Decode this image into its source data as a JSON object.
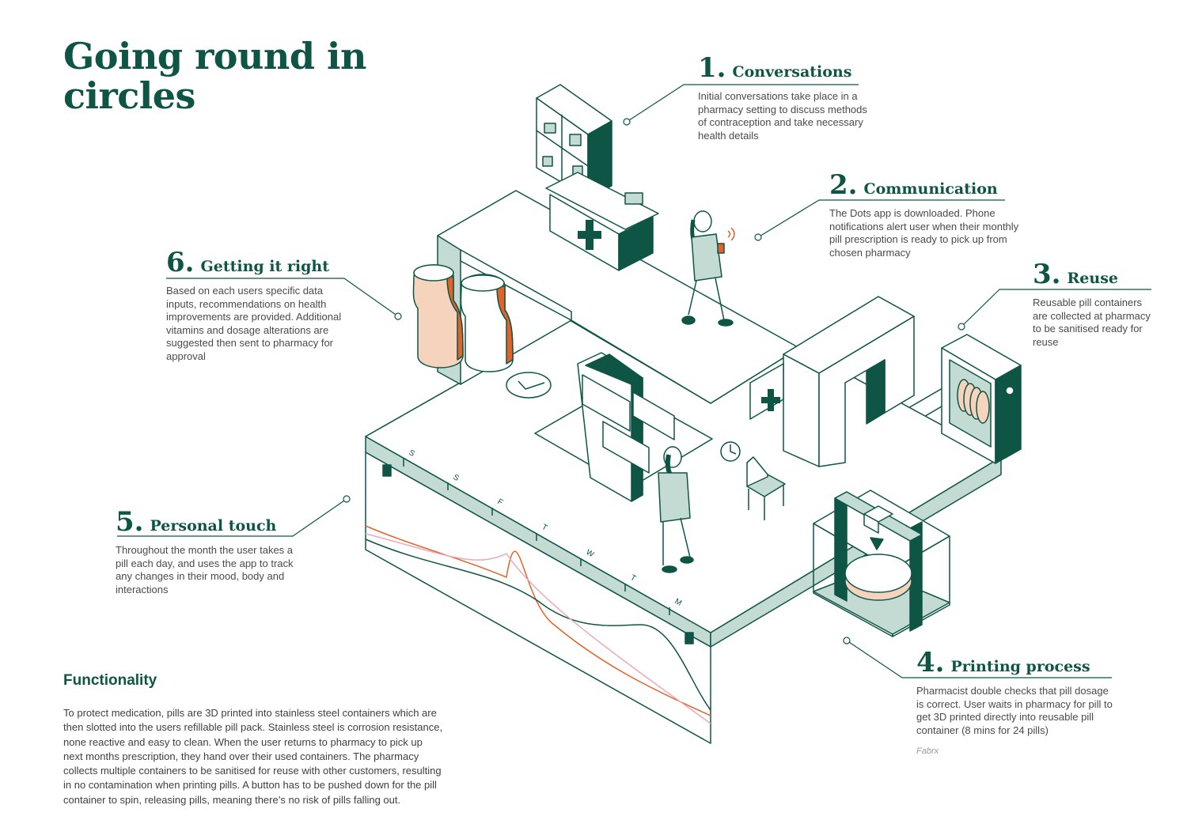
{
  "title": "Going round in circles",
  "steps": [
    {
      "num": "1.",
      "heading": "Conversations",
      "body": "Initial conversations take place in a pharmacy setting to discuss methods of contraception and take necessary health details"
    },
    {
      "num": "2.",
      "heading": "Communication",
      "body": "The Dots app is downloaded. Phone notifications alert user when their monthly pill prescription is ready to pick up from chosen pharmacy"
    },
    {
      "num": "3.",
      "heading": "Reuse",
      "body": "Reusable pill containers are collected at pharmacy to be sanitised ready for reuse"
    },
    {
      "num": "4.",
      "heading": "Printing process",
      "body": "Pharmacist double checks that pill dosage is correct. User waits in pharmacy for pill to get 3D printed directly into reusable pill container (8 mins for 24 pills)",
      "caption": "Fabrx"
    },
    {
      "num": "5.",
      "heading": "Personal touch",
      "body": "Throughout the month the user takes a pill each day, and uses the app to track any changes in their mood, body and interactions"
    },
    {
      "num": "6.",
      "heading": "Getting it right",
      "body": "Based on each users specific data inputs, recommendations on health improvements are provided. Additional vitamins and dosage alterations are suggested then sent to pharmacy for approval"
    }
  ],
  "functionality": {
    "title": "Functionality",
    "body": "To protect medication, pills are 3D printed into stainless steel containers which are then slotted into the users refillable pill pack. Stainless steel is corrosion resistance, none reactive and easy to clean. When the user returns to pharmacy to pick up next months prescription, they hand over their used containers. The  pharmacy collects multiple containers to be sanitised for reuse with other customers, resulting in no contamination when printing pills. A button has to be pushed down for the pill container to spin, releasing pills, meaning there’s no risk of pills falling out."
  },
  "week_days": [
    "S",
    "S",
    "F",
    "T",
    "W",
    "T",
    "M"
  ],
  "colors": {
    "dark_green": "#0e5546",
    "mint": "#c4dbd4",
    "orange": "#e2632a",
    "peach": "#f6d3bd",
    "pink": "#e9a9b9"
  },
  "icons": [
    "pharmacy-cross-icon",
    "clock-icon",
    "checkmark-icon",
    "phone-signal-icon"
  ]
}
